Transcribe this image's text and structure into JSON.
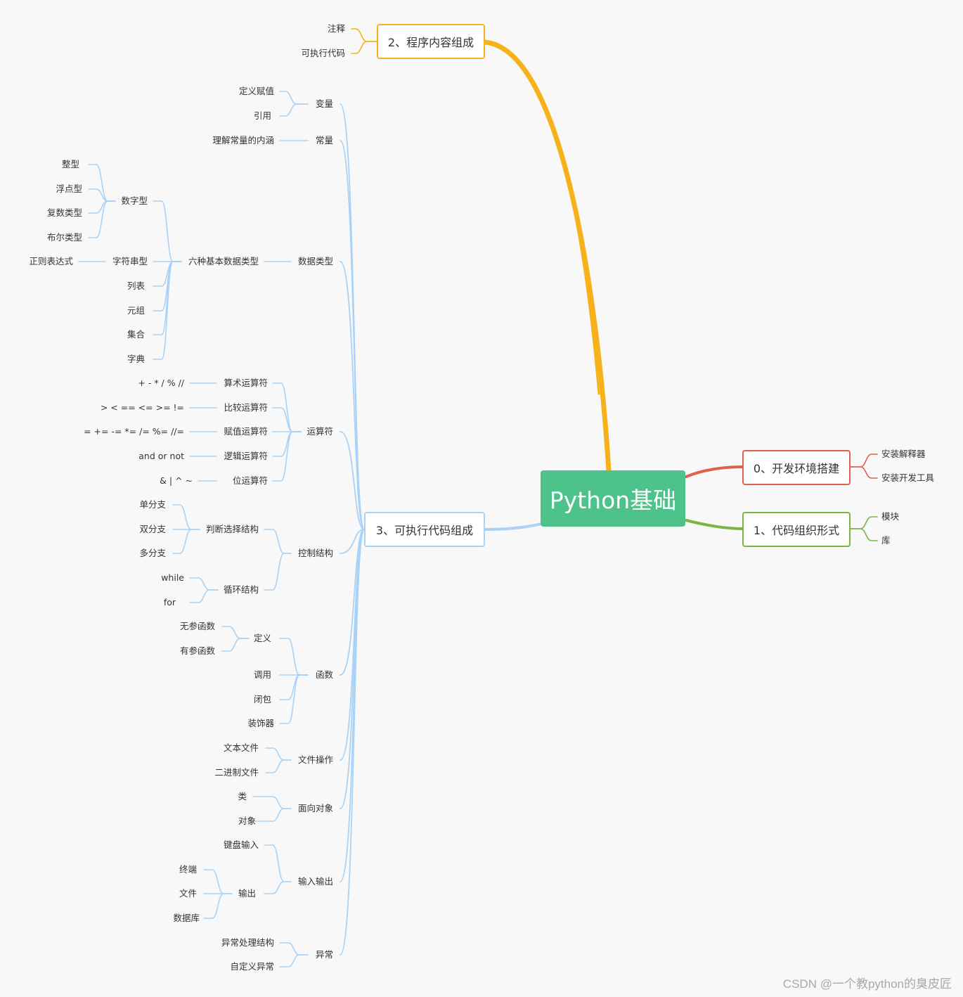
{
  "root": "Python基础",
  "colors": {
    "orange": "#f7b21b",
    "red": "#e0604e",
    "green": "#7bb644",
    "blue": "#a9d2f6",
    "root": "#4dc28a"
  },
  "branches": {
    "b0": {
      "title": "0、开发环境搭建",
      "children": [
        "安装解释器",
        "安装开发工具"
      ]
    },
    "b1": {
      "title": "1、代码组织形式",
      "children": [
        "模块",
        "库"
      ]
    },
    "b2": {
      "title": "2、程序内容组成",
      "children": [
        "注释",
        "可执行代码"
      ]
    },
    "b3": {
      "title": "3、可执行代码组成"
    }
  },
  "tree": {
    "var": {
      "label": "变量",
      "children": [
        "定义赋值",
        "引用"
      ]
    },
    "const": {
      "label": "常量",
      "children": [
        "理解常量的内涵"
      ]
    },
    "dtype": {
      "label": "数据类型",
      "six": "六种基本数据类型",
      "num": {
        "label": "数字型",
        "children": [
          "整型",
          "浮点型",
          "复数类型",
          "布尔类型"
        ]
      },
      "str": {
        "label": "字符串型",
        "children": [
          "正则表达式"
        ]
      },
      "others": [
        "列表",
        "元组",
        "集合",
        "字典"
      ]
    },
    "op": {
      "label": "运算符",
      "children": [
        {
          "label": "算术运算符",
          "ex": "+ - * / % //"
        },
        {
          "label": "比较运算符",
          "ex": "> < == <= >= !="
        },
        {
          "label": "赋值运算符",
          "ex": "= += -= *= /= %= //="
        },
        {
          "label": "逻辑运算符",
          "ex": "and or not"
        },
        {
          "label": "位运算符",
          "ex": "& | ^ ~"
        }
      ]
    },
    "ctrl": {
      "label": "控制结构",
      "judge": {
        "label": "判断选择结构",
        "children": [
          "单分支",
          "双分支",
          "多分支"
        ]
      },
      "loop": {
        "label": "循环结构",
        "children": [
          "while",
          "for"
        ]
      }
    },
    "func": {
      "label": "函数",
      "def": {
        "label": "定义",
        "children": [
          "无参函数",
          "有参函数"
        ]
      },
      "others": [
        "调用",
        "闭包",
        "装饰器"
      ]
    },
    "file": {
      "label": "文件操作",
      "children": [
        "文本文件",
        "二进制文件"
      ]
    },
    "oop": {
      "label": "面向对象",
      "children": [
        "类",
        "对象"
      ]
    },
    "io": {
      "label": "输入输出",
      "input": "键盘输入",
      "output": {
        "label": "输出",
        "children": [
          "终端",
          "文件",
          "数据库"
        ]
      }
    },
    "exc": {
      "label": "异常",
      "children": [
        "异常处理结构",
        "自定义异常"
      ]
    }
  },
  "watermark": "CSDN @一个教python的臭皮匠"
}
